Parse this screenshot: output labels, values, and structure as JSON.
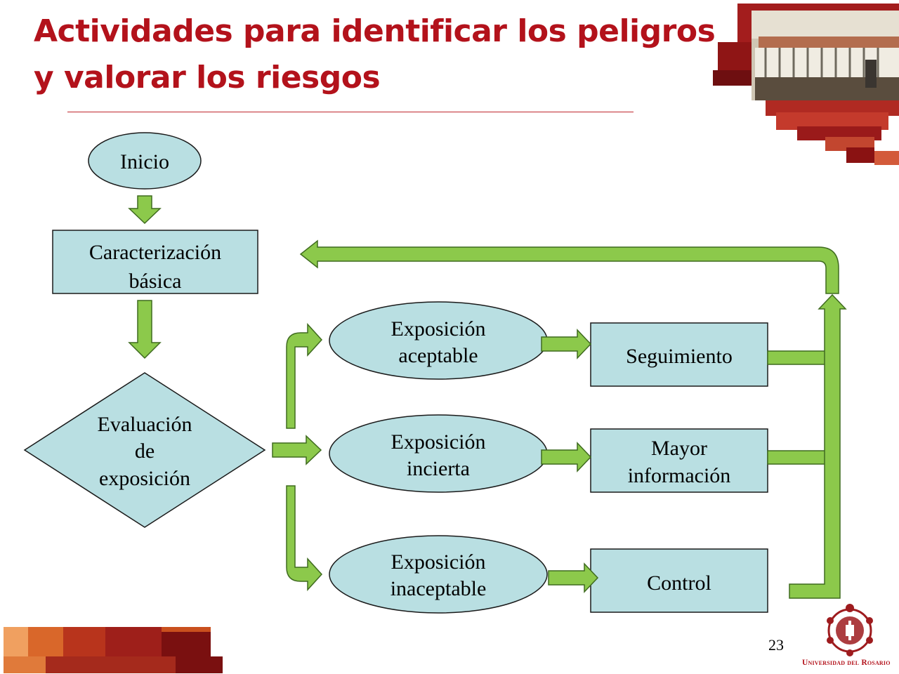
{
  "slide": {
    "title": "Actividades para identificar los peligros y valorar los riesgos",
    "page_number": "23",
    "logo_text": "Universidad del Rosario"
  },
  "colors": {
    "title": "#b3121b",
    "node_fill": "#b9dfe2",
    "arrow_fill": "#8cc94b",
    "arrow_stroke": "#3f6b1f",
    "brand_red": "#9e1b1e"
  },
  "nodes": {
    "inicio": "Inicio",
    "caracterizacion": [
      "Caracterización",
      "básica"
    ],
    "evaluacion": [
      "Evaluación",
      "de",
      "exposición"
    ],
    "aceptable": [
      "Exposición",
      "aceptable"
    ],
    "incierta": [
      "Exposición",
      "incierta"
    ],
    "inaceptable": [
      "Exposición",
      "inaceptable"
    ],
    "seguimiento": "Seguimiento",
    "mayor_informacion": [
      "Mayor",
      "información"
    ],
    "control": "Control"
  }
}
